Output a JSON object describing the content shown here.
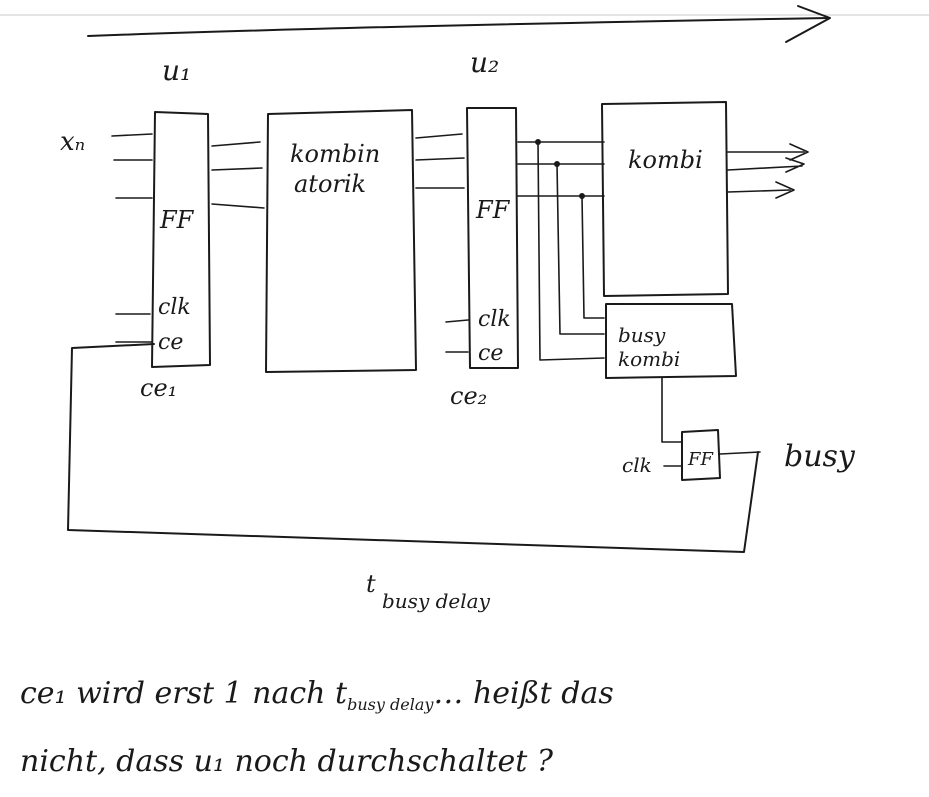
{
  "colors": {
    "ink": "#1a1a1a",
    "ruler": "#c8c8c8",
    "background": "#ffffff"
  },
  "diagram": {
    "reg1": {
      "title": "u₁",
      "ff": "FF",
      "clk": "clk",
      "ce": "ce",
      "input": "xₙ",
      "ce_label": "ce₁"
    },
    "comb1": {
      "line1": "kombin",
      "line2": "atorik"
    },
    "reg2": {
      "title": "u₂",
      "ff": "FF",
      "clk": "clk",
      "ce": "ce",
      "ce_label": "ce₂"
    },
    "comb2": {
      "label": "kombi"
    },
    "busy_comb": {
      "line1": "busy",
      "line2": "kombi"
    },
    "busy_ff": {
      "label": "FF",
      "clk": "clk",
      "output": "busy"
    },
    "delay_label": {
      "t": "t",
      "sub": "busy delay"
    }
  },
  "question": {
    "line1_pre": "ce₁ wird erst 1 nach t",
    "line1_sub": "busy delay",
    "line1_post": "… heißt das",
    "line2": "nicht, dass u₁ noch durchschaltet ?"
  }
}
